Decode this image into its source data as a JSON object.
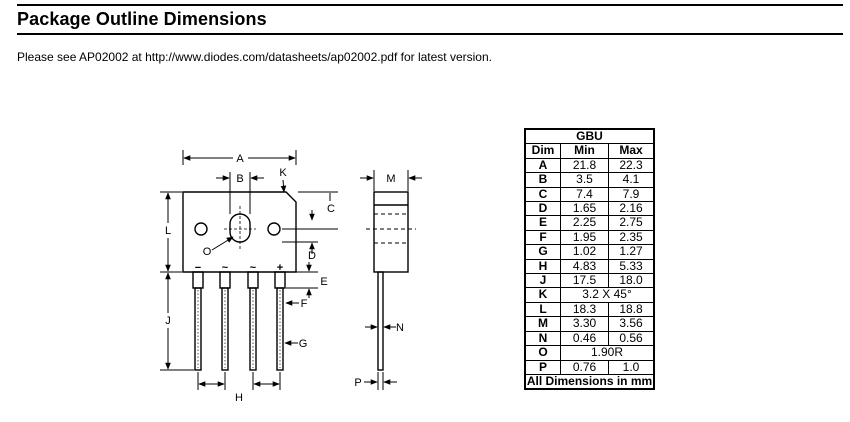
{
  "section": {
    "title": "Package Outline Dimensions",
    "note_prefix": "Please see AP02002 at ",
    "note_link": "http://www.diodes.com/datasheets/ap02002.pdf",
    "note_suffix": " for latest version."
  },
  "drawing": {
    "labels": {
      "A": "A",
      "B": "B",
      "C": "C",
      "D": "D",
      "E": "E",
      "F": "F",
      "G": "G",
      "H": "H",
      "J": "J",
      "K": "K",
      "L": "L",
      "M": "M",
      "N": "N",
      "O": "O",
      "P": "P"
    },
    "pin_marks": [
      "−",
      "~",
      "~",
      "+"
    ]
  },
  "table": {
    "package": "GBU",
    "headers": {
      "dim": "Dim",
      "min": "Min",
      "max": "Max"
    },
    "rows": [
      {
        "dim": "A",
        "min": "21.8",
        "max": "22.3"
      },
      {
        "dim": "B",
        "min": "3.5",
        "max": "4.1"
      },
      {
        "dim": "C",
        "min": "7.4",
        "max": "7.9"
      },
      {
        "dim": "D",
        "min": "1.65",
        "max": "2.16"
      },
      {
        "dim": "E",
        "min": "2.25",
        "max": "2.75"
      },
      {
        "dim": "F",
        "min": "1.95",
        "max": "2.35"
      },
      {
        "dim": "G",
        "min": "1.02",
        "max": "1.27"
      },
      {
        "dim": "H",
        "min": "4.83",
        "max": "5.33"
      },
      {
        "dim": "J",
        "min": "17.5",
        "max": "18.0"
      },
      {
        "dim": "K",
        "span": "3.2 X 45°"
      },
      {
        "dim": "L",
        "min": "18.3",
        "max": "18.8"
      },
      {
        "dim": "M",
        "min": "3.30",
        "max": "3.56"
      },
      {
        "dim": "N",
        "min": "0.46",
        "max": "0.56"
      },
      {
        "dim": "O",
        "span": "1.90R"
      },
      {
        "dim": "P",
        "min": "0.76",
        "max": "1.0"
      }
    ],
    "footer": "All Dimensions in mm"
  }
}
